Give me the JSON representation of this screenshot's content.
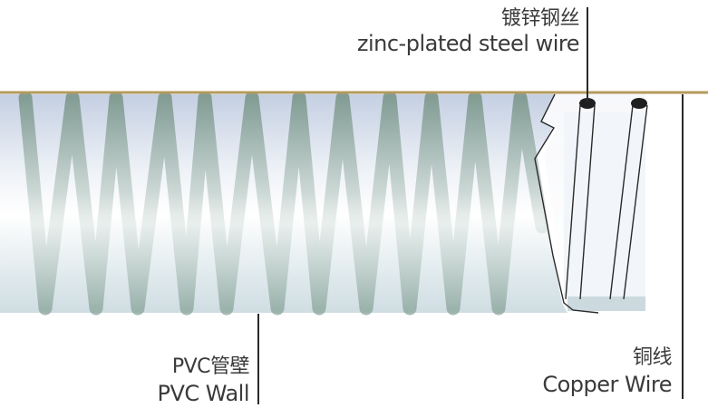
{
  "labels": {
    "steel_wire_cn": "镀锌钢丝",
    "steel_wire_en": "zinc-plated steel wire",
    "pvc_wall_cn": "PVC管壁",
    "pvc_wall_en": "PVC Wall",
    "copper_wire_cn": "铜线",
    "copper_wire_en": "Copper Wire"
  },
  "colors": {
    "pipe_top": "#c9d3e4",
    "pipe_mid": "#ffffff",
    "pipe_bottom": "#d7e3e8",
    "helix": "#8fa69e",
    "surface_line": "#b59a5c",
    "text": "#3a3a3a",
    "leader": "#2a2a2a"
  }
}
